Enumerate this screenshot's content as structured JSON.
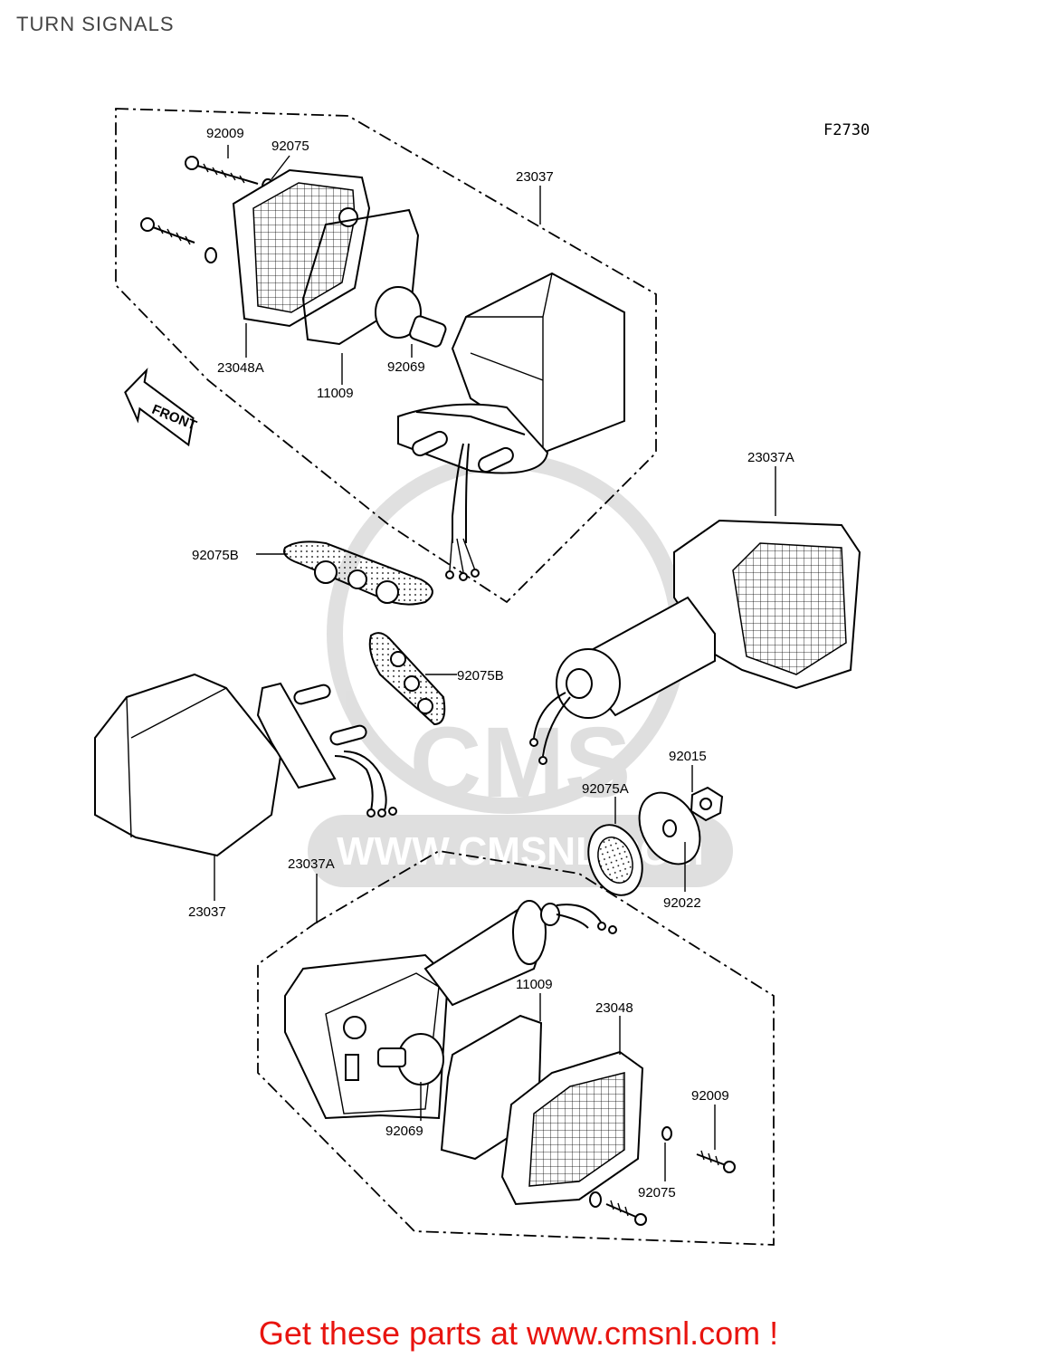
{
  "page": {
    "title": "TURN SIGNALS",
    "figure_code": "F2730",
    "footer": "Get these parts at www.cmsnl.com !"
  },
  "diagram": {
    "front_arrow_text": "FRONT",
    "watermark_text": "WWW.CMSNL.COM",
    "watermark_logo": "CMS",
    "labels": {
      "upper_screw": "92009",
      "upper_washer": "92075",
      "upper_housing": "23037",
      "upper_lens": "23048A",
      "upper_gasket": "11009",
      "upper_bulb": "92069",
      "gasket_left": "92075B",
      "gasket_mid": "92075B",
      "right_signal": "23037A",
      "nut": "92015",
      "grommet": "92075A",
      "washer_plate": "92022",
      "left_signal": "23037",
      "lower_assembly": "23037A",
      "lower_gasket": "11009",
      "lower_lens": "23048",
      "lower_screw": "92009",
      "lower_bulb": "92069",
      "lower_washer": "92075"
    }
  }
}
